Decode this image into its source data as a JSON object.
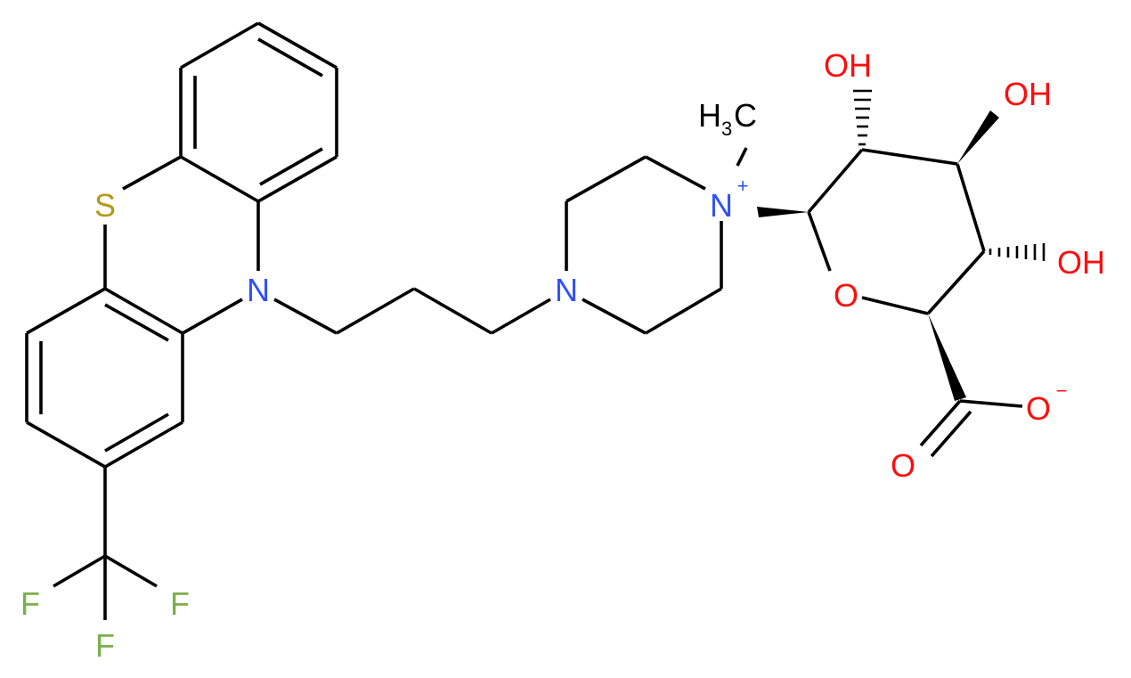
{
  "atoms": {
    "S": "S",
    "N1": "N",
    "N2": "N",
    "N3": "N",
    "N3_charge": "+",
    "CH3": "H",
    "CH3_sub": "3",
    "CH3_c": "C",
    "O_ring": "O",
    "OH1": "OH",
    "OH2": "OH",
    "OH3": "OH",
    "O_carbonyl": "O",
    "O_anion": "O",
    "O_anion_charge": "−",
    "F1": "F",
    "F2": "F",
    "F3": "F"
  },
  "colors": {
    "bond": "#000000",
    "nitrogen": "#3050F8",
    "oxygen": "#FF0D0D",
    "sulfur": "#B29A1A",
    "fluorine": "#7AB04A"
  }
}
